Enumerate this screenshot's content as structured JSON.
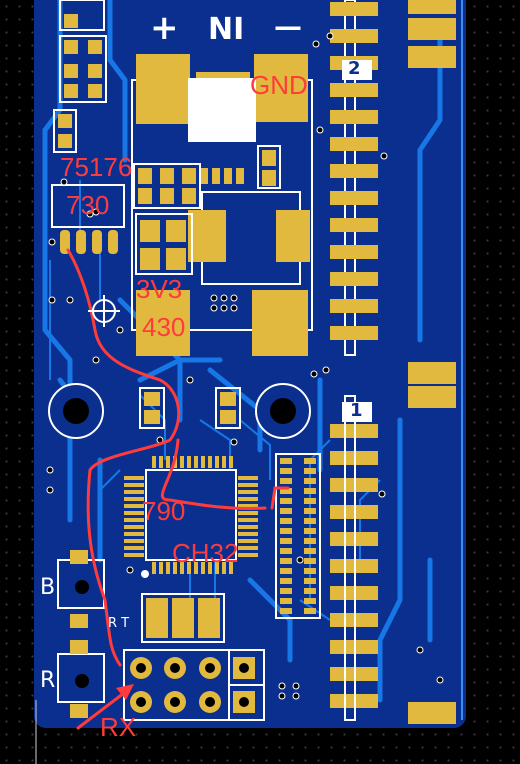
{
  "board": {
    "silkscreen": {
      "plus": "+",
      "ni": "NI",
      "minus": "—",
      "j2": "2",
      "j1": "1",
      "b": "B",
      "r": "R",
      "rt": "R T"
    },
    "annotations": {
      "gnd": "GND",
      "u75176": "75176",
      "u730": "730",
      "u3v3": "3V3",
      "u430": "430",
      "u790": "790",
      "ch32": "CH32",
      "rx": "RX"
    },
    "colors": {
      "background": "#000000",
      "pcb": "#0b2f8f",
      "trace": "#1877e6",
      "pad": "#e2b93f",
      "silk": "#ffffff",
      "annotation": "#ff3b3b"
    }
  }
}
